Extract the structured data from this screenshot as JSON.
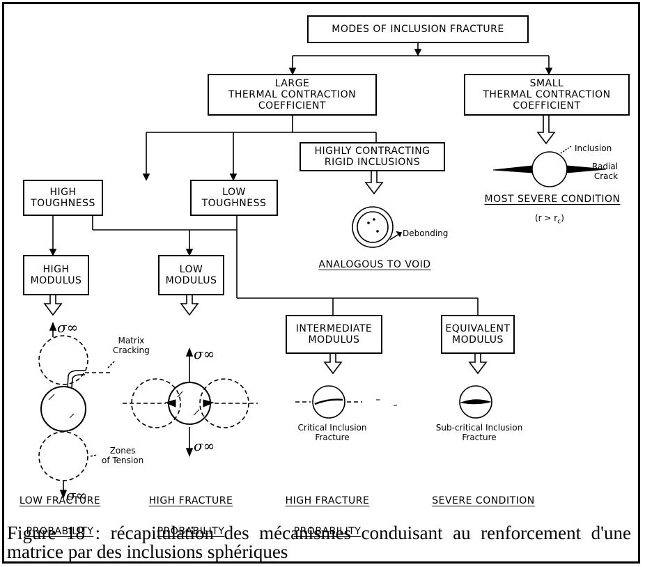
{
  "root": {
    "label": "MODES OF INCLUSION FRACTURE"
  },
  "branch_large": {
    "label": "LARGE\nTHERMAL CONTRACTION\nCOEFFICIENT"
  },
  "branch_small": {
    "label": "SMALL\nTHERMAL CONTRACTION\nCOEFFICIENT"
  },
  "rigid": {
    "label": "HIGHLY CONTRACTING\nRIGID INCLUSIONS"
  },
  "high_toughness": {
    "label": "HIGH\nTOUGHNESS"
  },
  "low_toughness": {
    "label": "LOW\nTOUGHNESS"
  },
  "high_modulus": {
    "label": "HIGH\nMODULUS"
  },
  "low_modulus": {
    "label": "LOW\nMODULUS"
  },
  "intermediate_modulus": {
    "label": "INTERMEDIATE\nMODULUS"
  },
  "equivalent_modulus": {
    "label": "EQUIVALENT\nMODULUS"
  },
  "small_branch_labels": {
    "inclusion": "Inclusion",
    "radial_crack": "Radial\nCrack",
    "condition": "MOST SEVERE CONDITION",
    "criterion": "(r > r"
  },
  "rigid_labels": {
    "debonding": "Debonding",
    "result": "ANALOGOUS TO VOID"
  },
  "high_modulus_labels": {
    "matrix_cracking": "Matrix\nCracking",
    "zones": "Zones\nof Tension",
    "stress": "σ∞"
  },
  "low_modulus_labels": {
    "stress": "σ∞"
  },
  "intermediate_labels": {
    "fracture": "Critical Inclusion\nFracture"
  },
  "equivalent_labels": {
    "fracture": "Sub-critical Inclusion\nFracture"
  },
  "outcomes": [
    {
      "line1": "LOW FRACTURE",
      "line2": "PROBABILITY"
    },
    {
      "line1": "HIGH FRACTURE",
      "line2": "PROBABILITY"
    },
    {
      "line1": "HIGH FRACTURE",
      "line2": "PROBABILITY"
    },
    {
      "line1": "SEVERE CONDITION",
      "line2": ""
    }
  ],
  "caption": {
    "text": "Figure 18 : récapitulation des mécanismes conduisant au renforcement d'une matrice par des inclusions sphériques"
  }
}
